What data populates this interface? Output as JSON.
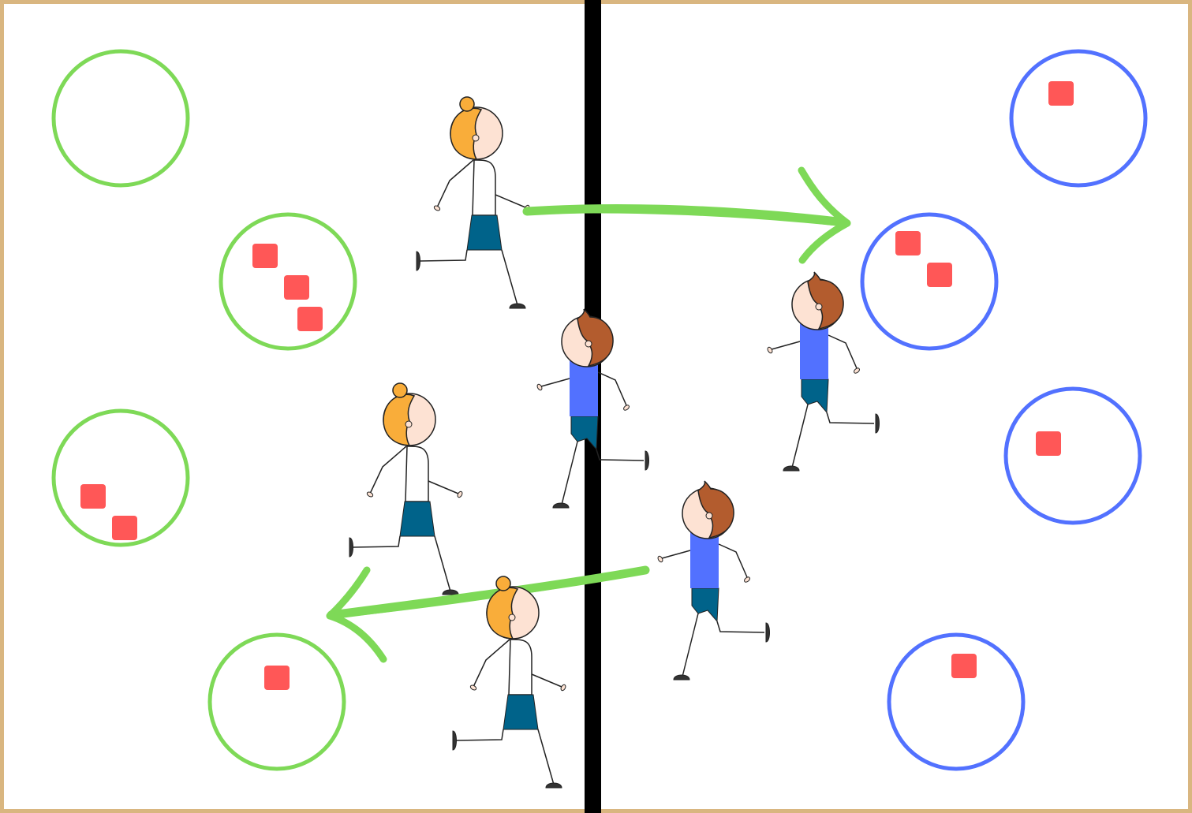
{
  "colors": {
    "frame": "#d9b680",
    "court": "#ffffff",
    "center_line": "#000000",
    "team_green": "#7ed957",
    "team_blue": "#5271ff",
    "beanbag": "#ff5757",
    "girl_hair": "#f9ad3a",
    "boy_hair": "#b35c2e",
    "skin": "#fde2d3",
    "shirt_girl": "#ffffff",
    "shirt_boy": "#5271ff",
    "pants": "#00638a",
    "shoe": "#333333"
  },
  "icons": {
    "hoop": "hoop-circle-icon",
    "beanbag": "beanbag-square-icon",
    "girl": "girl-running-icon",
    "boy": "boy-running-icon",
    "arrow": "hand-drawn-arrow-icon"
  },
  "scene": {
    "green_hoops": [
      {
        "id": "g1",
        "beanbags": 0
      },
      {
        "id": "g2",
        "beanbags": 3
      },
      {
        "id": "g3",
        "beanbags": 2
      },
      {
        "id": "g4",
        "beanbags": 1
      }
    ],
    "blue_hoops": [
      {
        "id": "b1",
        "beanbags": 1
      },
      {
        "id": "b2",
        "beanbags": 2
      },
      {
        "id": "b3",
        "beanbags": 1
      },
      {
        "id": "b4",
        "beanbags": 1
      }
    ],
    "players": [
      {
        "id": "girl-1",
        "type": "girl"
      },
      {
        "id": "girl-2",
        "type": "girl"
      },
      {
        "id": "girl-3",
        "type": "girl"
      },
      {
        "id": "boy-1",
        "type": "boy"
      },
      {
        "id": "boy-2",
        "type": "boy"
      },
      {
        "id": "boy-3",
        "type": "boy"
      }
    ],
    "arrows": [
      {
        "id": "arrow-right",
        "direction": "right"
      },
      {
        "id": "arrow-left",
        "direction": "left"
      }
    ]
  }
}
